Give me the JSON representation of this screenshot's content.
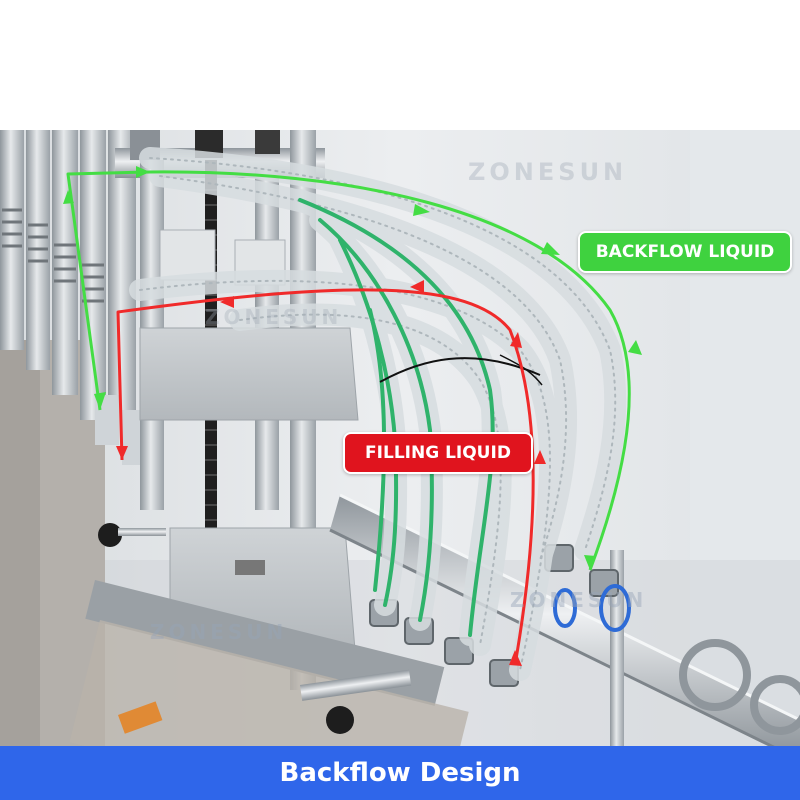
{
  "watermark": {
    "text": "ZONESUN"
  },
  "labels": {
    "backflow": "BACKFLOW LIQUID",
    "filling": "FILLING LIQUID"
  },
  "footer": {
    "title": "Backflow Design"
  },
  "colors": {
    "backflow_green": "#3fd23f",
    "backflow_arrow": "#44dd44",
    "filling_red": "#e0141e",
    "filling_arrow": "#f02a2a",
    "footer_blue": "#2f66ea",
    "hose_green": "#2fb36b",
    "steel": "#c9ced3"
  }
}
